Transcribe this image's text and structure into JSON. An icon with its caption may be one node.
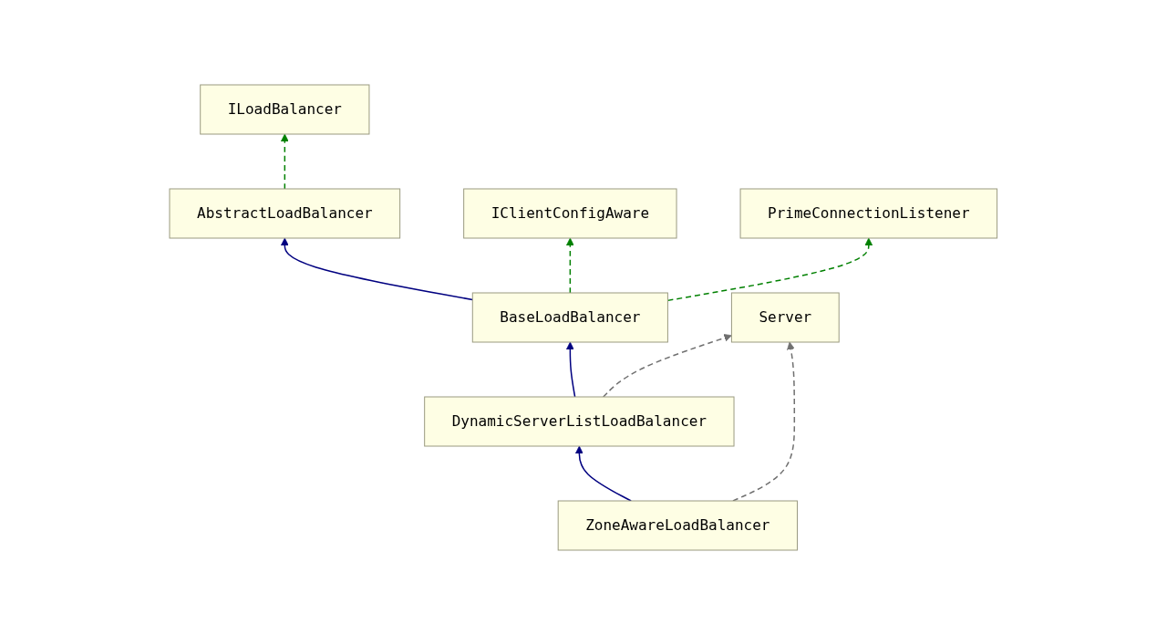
{
  "diagram": {
    "nodes": [
      {
        "text": [
          "ILoadBalancer"
        ]
      },
      {
        "text": [
          "AbstractLoadBalancer"
        ]
      },
      {
        "text": [
          "IClientConfigAware"
        ]
      },
      {
        "text": [
          "PrimeConnectionListener"
        ]
      },
      {
        "text": [
          "BaseLoadBalancer"
        ]
      },
      {
        "text": [
          "Server"
        ]
      },
      {
        "text": [
          "DynamicServerListLoadBalancer"
        ]
      },
      {
        "text": [
          "ZoneAwareLoadBalancer"
        ]
      }
    ],
    "edges": [
      {
        "from": 1,
        "to": 0,
        "arrow": "to",
        "style": "dashed",
        "color": "#008000"
      },
      {
        "from": 4,
        "to": 1,
        "arrow": "to",
        "color": "#000080"
      },
      {
        "from": 4,
        "to": 2,
        "arrow": "to",
        "style": "dashed",
        "color": "#008000"
      },
      {
        "from": 4,
        "to": 3,
        "arrow": "to",
        "style": "dashed",
        "color": "#008000"
      },
      {
        "from": 6,
        "to": 4,
        "arrow": "to",
        "color": "#000080"
      },
      {
        "from": 6,
        "to": 5,
        "arrow": "to",
        "style": "dashed",
        "color": "#707070"
      },
      {
        "from": 7,
        "to": 6,
        "arrow": "to",
        "color": "#000080"
      },
      {
        "from": 7,
        "to": 5,
        "arrow": "to",
        "style": "dashed",
        "color": "#707070"
      }
    ]
  }
}
